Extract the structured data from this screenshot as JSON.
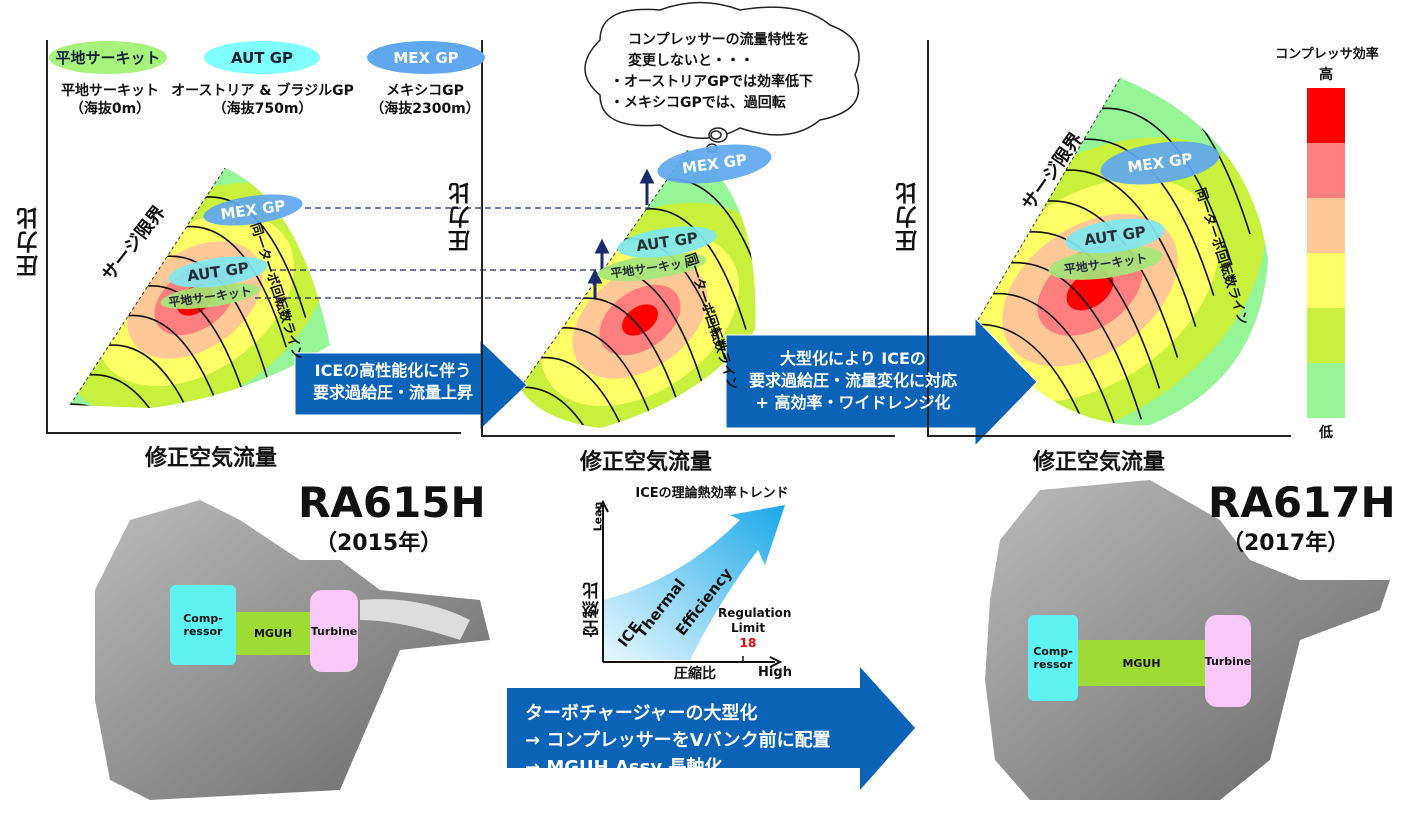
{
  "legend": [
    {
      "pill": "平地サーキット",
      "name": "平地サーキット",
      "alt": "（海抜0m）",
      "color": "#a6f27a"
    },
    {
      "pill": "AUT GP",
      "name": "オーストリア & ブラジルGP",
      "alt": "（海抜750m）",
      "color": "#80ffff"
    },
    {
      "pill": "MEX GP",
      "name": "メキシコGP",
      "alt": "（海抜2300m）",
      "color": "#5fa8f0"
    }
  ],
  "maps": {
    "y_label": "圧力比",
    "x_label": "修正空気流量",
    "surge_label": "サージ限界",
    "speed_label": "同一ターボ回転数ライン",
    "points": {
      "flat": "平地サーキット",
      "aut": "AUT GP",
      "mex": "MEX GP"
    }
  },
  "cloud": {
    "lines": [
      "コンプレッサーの流量特性を",
      "変更しないと・・・",
      "・オーストリアGPでは効率低下",
      "・メキシコGPでは、過回転"
    ]
  },
  "arrows": {
    "a1": [
      "ICEの高性能化に伴う",
      "要求過給圧・流量上昇"
    ],
    "a2": [
      "大型化により ICEの",
      "要求過給圧・流量変化に対応",
      "+ 高効率・ワイドレンジ化"
    ],
    "a3": [
      "ターボチャージャーの大型化",
      "→ コンプレッサーをVバンク前に配置",
      "→ MGUH Assy 長軸化"
    ]
  },
  "colorbar": {
    "title": "コンプレッサ効率",
    "high": "高",
    "low": "低",
    "colors": [
      "#ff0000",
      "#ff7f7f",
      "#ffc896",
      "#ffff66",
      "#c8f03c",
      "#96f596"
    ]
  },
  "engines": {
    "left": {
      "model": "RA615H",
      "year": "（2015年）",
      "compressor": "Comp-\nressor",
      "mguh": "MGUH",
      "turbine": "Turbine"
    },
    "right": {
      "model": "RA617H",
      "year": "（2017年）",
      "compressor": "Comp-\nressor",
      "mguh": "MGUH",
      "turbine": "Turbine"
    }
  },
  "trend": {
    "title": "ICEの理論熱効率トレンド",
    "y_label": "空燃比",
    "y_end": "Lean",
    "x_label": "圧縮比",
    "x_end": "High",
    "arrow_text": [
      "ICE",
      "Thermal",
      "Efficiency"
    ],
    "limit_label": [
      "Regulation",
      "Limit"
    ],
    "limit_value": "18"
  }
}
